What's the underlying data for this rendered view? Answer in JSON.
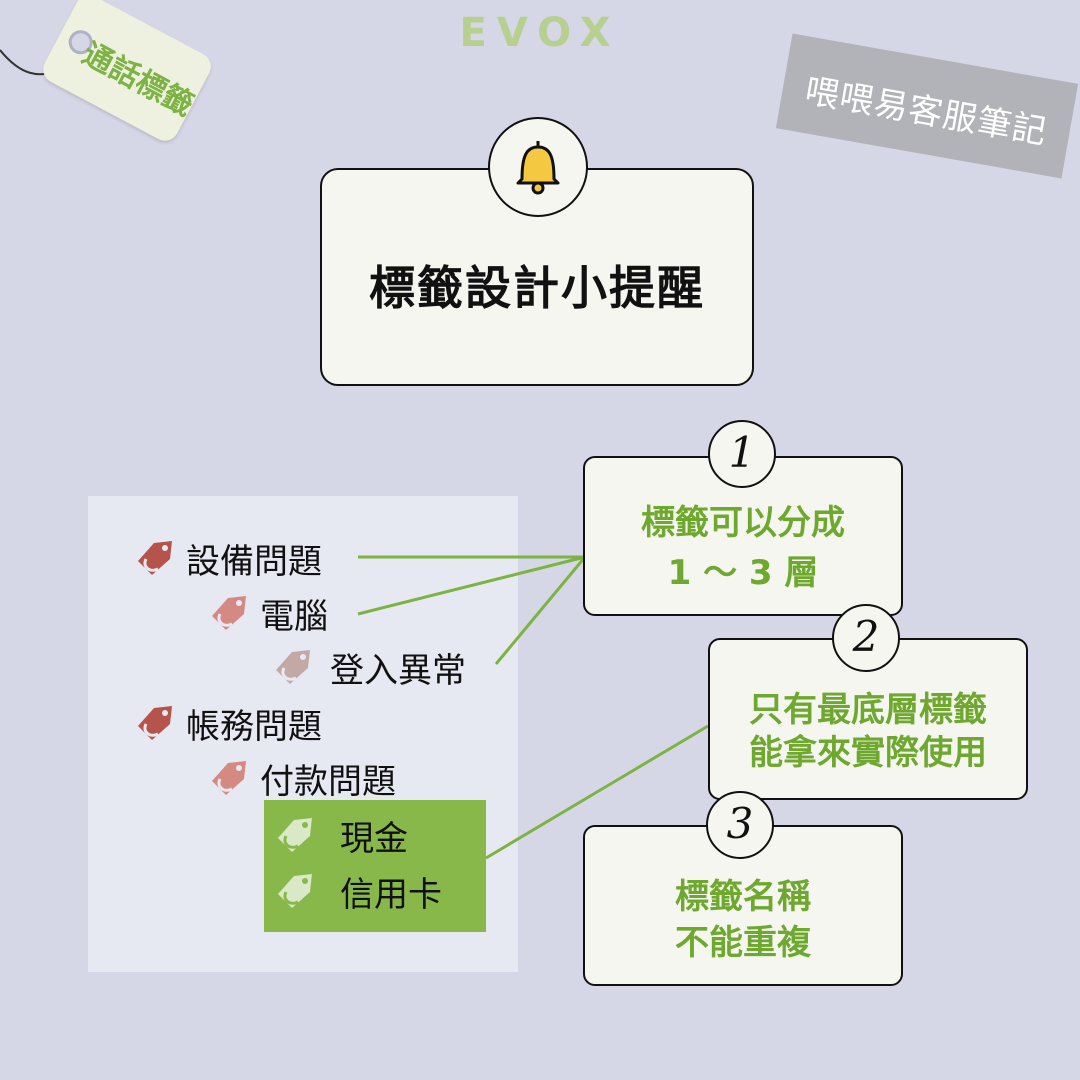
{
  "brand": "EVOX",
  "corner_tag": {
    "label": "通話標籤"
  },
  "tape": {
    "label": "喂喂易客服筆記"
  },
  "title": {
    "text": "標籤設計小提醒",
    "icon": "bell-icon"
  },
  "hierarchy": [
    {
      "label": "設備問題",
      "level": 1
    },
    {
      "label": "電腦",
      "level": 2
    },
    {
      "label": "登入異常",
      "level": 3
    },
    {
      "label": "帳務問題",
      "level": 1
    },
    {
      "label": "付款問題",
      "level": 2
    },
    {
      "label": "現金",
      "level": 3
    },
    {
      "label": "信用卡",
      "level": 3
    }
  ],
  "tips": [
    {
      "number": "1",
      "line1": "標籤可以分成",
      "line2": "1 ～ 3 層"
    },
    {
      "number": "2",
      "line1": "只有最底層標籤",
      "line2": "能拿來實際使用"
    },
    {
      "number": "3",
      "line1": "標籤名稱",
      "line2": "不能重複"
    }
  ],
  "colors": {
    "background": "#d5d7e6",
    "accent_green": "#6ea82e",
    "highlight_green": "#88b84a",
    "tag_level1": "#b5544a",
    "tag_level2": "#d48a82",
    "tag_level3": "#c2a9a6",
    "tag_leaf": "#d9e8c6"
  }
}
